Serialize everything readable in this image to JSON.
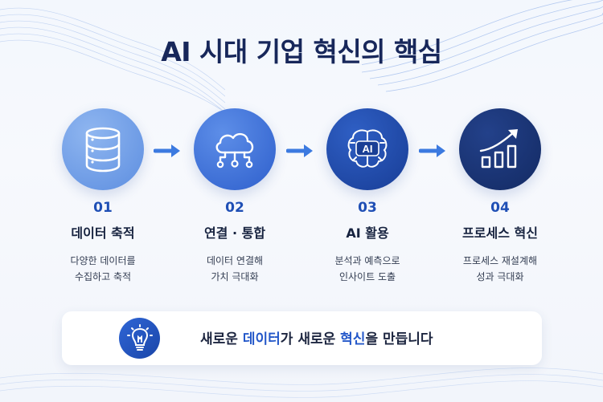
{
  "title": "AI 시대 기업 혁신의 핵심",
  "steps": [
    {
      "number": "01",
      "name": "데이터 축적",
      "desc_line1": "다양한 데이터를",
      "desc_line2": "수집하고 축적",
      "icon": "database-icon",
      "color": "#6d9de6"
    },
    {
      "number": "02",
      "name": "연결 · 통합",
      "desc_line1": "데이터 연결해",
      "desc_line2": "가치 극대화",
      "icon": "cloud-network-icon",
      "color": "#3f72d8"
    },
    {
      "number": "03",
      "name": "AI 활용",
      "desc_line1": "분석과 예측으로",
      "desc_line2": "인사이트 도출",
      "icon": "ai-brain-icon",
      "color": "#1f48a8"
    },
    {
      "number": "04",
      "name": "프로세스 혁신",
      "desc_line1": "프로세스 재설계해",
      "desc_line2": "성과 극대화",
      "icon": "growth-chart-icon",
      "color": "#16306e"
    }
  ],
  "banner": {
    "part1": "새로운 ",
    "highlight1": "데이터",
    "part2": "가 새로운 ",
    "highlight2": "혁신",
    "part3": "을 만듭니다",
    "icon": "lightbulb-icon"
  },
  "brain_label": "AI",
  "colors": {
    "accent": "#2458c9",
    "title": "#17275a",
    "arrow": "#3c7ae0"
  }
}
